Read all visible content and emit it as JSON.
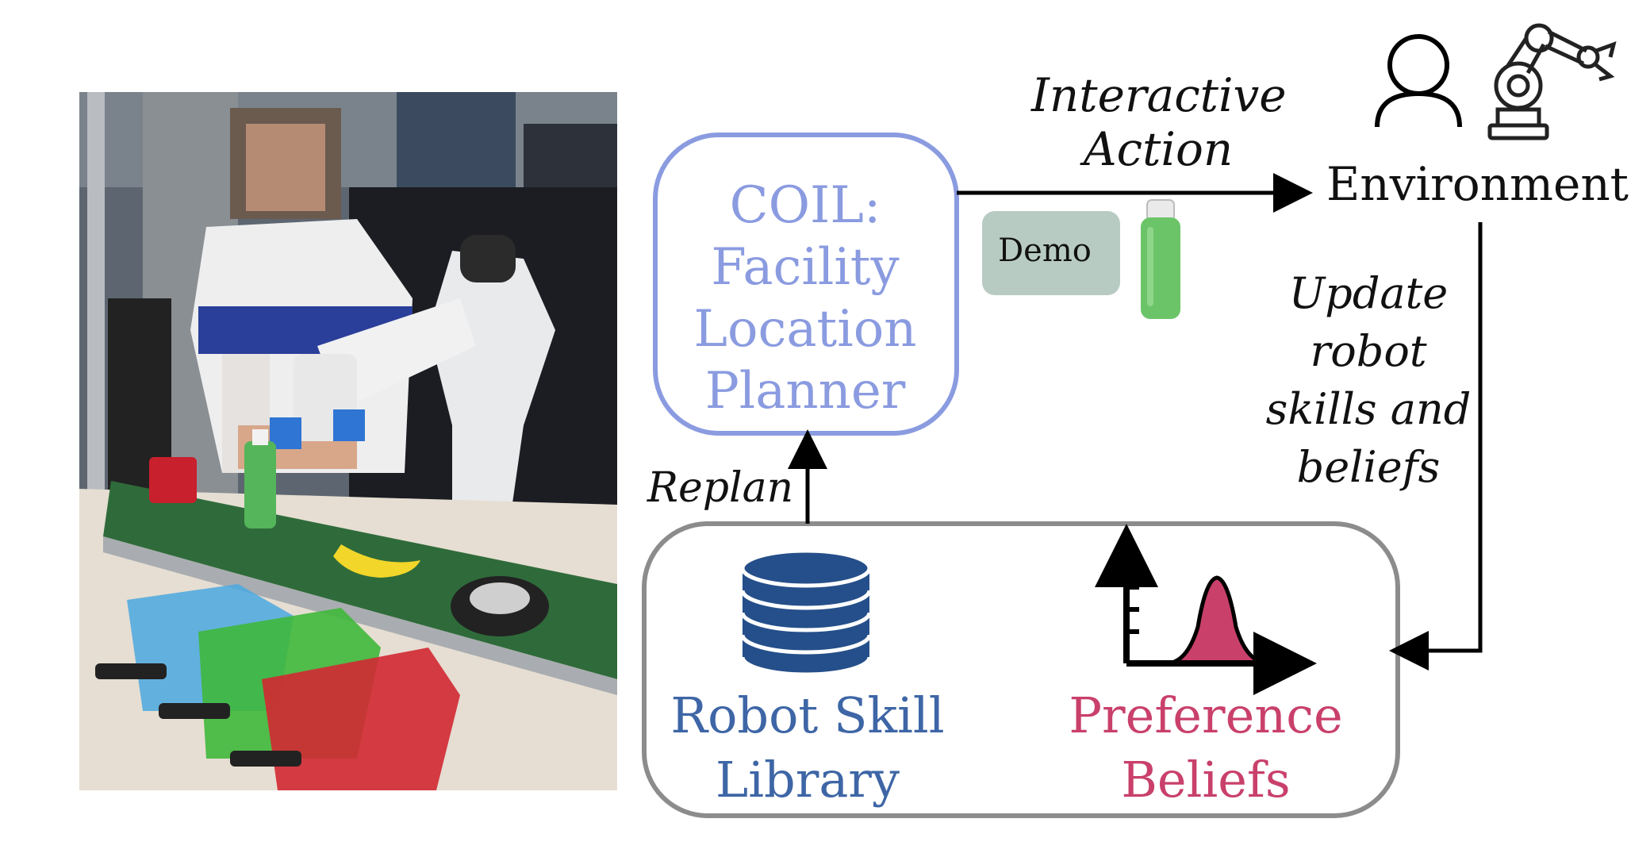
{
  "coil": {
    "line1": "COIL:",
    "line2": "Facility",
    "line3": "Location",
    "line4": "Planner"
  },
  "interactive_action": {
    "line1": "Interactive",
    "line2": "Action"
  },
  "environment_label": "Environment",
  "demo_label": "Demo",
  "update": {
    "line1": "Update",
    "line2": "robot",
    "line3": "skills and",
    "line4": "beliefs"
  },
  "replan_label": "Replan",
  "skill_library": {
    "line1": "Robot Skill",
    "line2": "Library"
  },
  "preference_beliefs": {
    "line1": "Preference",
    "line2": "Beliefs"
  },
  "colors": {
    "coil": "#8a9be0",
    "skill": "#3e66a6",
    "preference": "#c9406b",
    "demo_box": "#b8cbc3",
    "bottom_box_border": "#8c8c8c"
  },
  "icons": [
    "person-icon",
    "robot-arm-icon",
    "bottle-icon",
    "database-icon",
    "bell-curve-icon"
  ]
}
